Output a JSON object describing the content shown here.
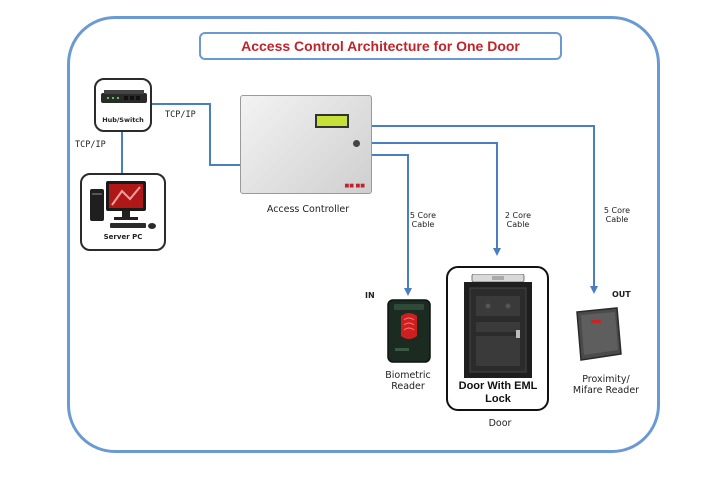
{
  "title": "Access Control Architecture for One Door",
  "nodes": {
    "hub_switch": "Hub/Switch",
    "server_pc": "Server PC",
    "access_controller": "Access Controller",
    "biometric_reader": "Biometric\nReader",
    "door_lock": "Door With EML\nLock",
    "door": "Door",
    "proximity_reader": "Proximity/\nMifare Reader"
  },
  "links": {
    "tcp_ip_hub_controller": "TCP/IP",
    "tcp_ip_hub_server": "TCP/IP",
    "cable_biometric": "5 Core\nCable",
    "cable_door": "2 Core\nCable",
    "cable_proximity": "5 Core\nCable"
  },
  "tags": {
    "in": "IN",
    "out": "OUT"
  },
  "colors": {
    "frame": "#6b9ad3",
    "wire": "#4a7fbf",
    "title": "#c0242b",
    "lcd": "#c8e03a",
    "biometric_fingerprint": "#cc1f1f"
  },
  "icons": [
    "network-switch-icon",
    "desktop-pc-icon",
    "controller-panel-icon",
    "fingerprint-reader-icon",
    "door-icon",
    "proximity-card-reader-icon"
  ]
}
